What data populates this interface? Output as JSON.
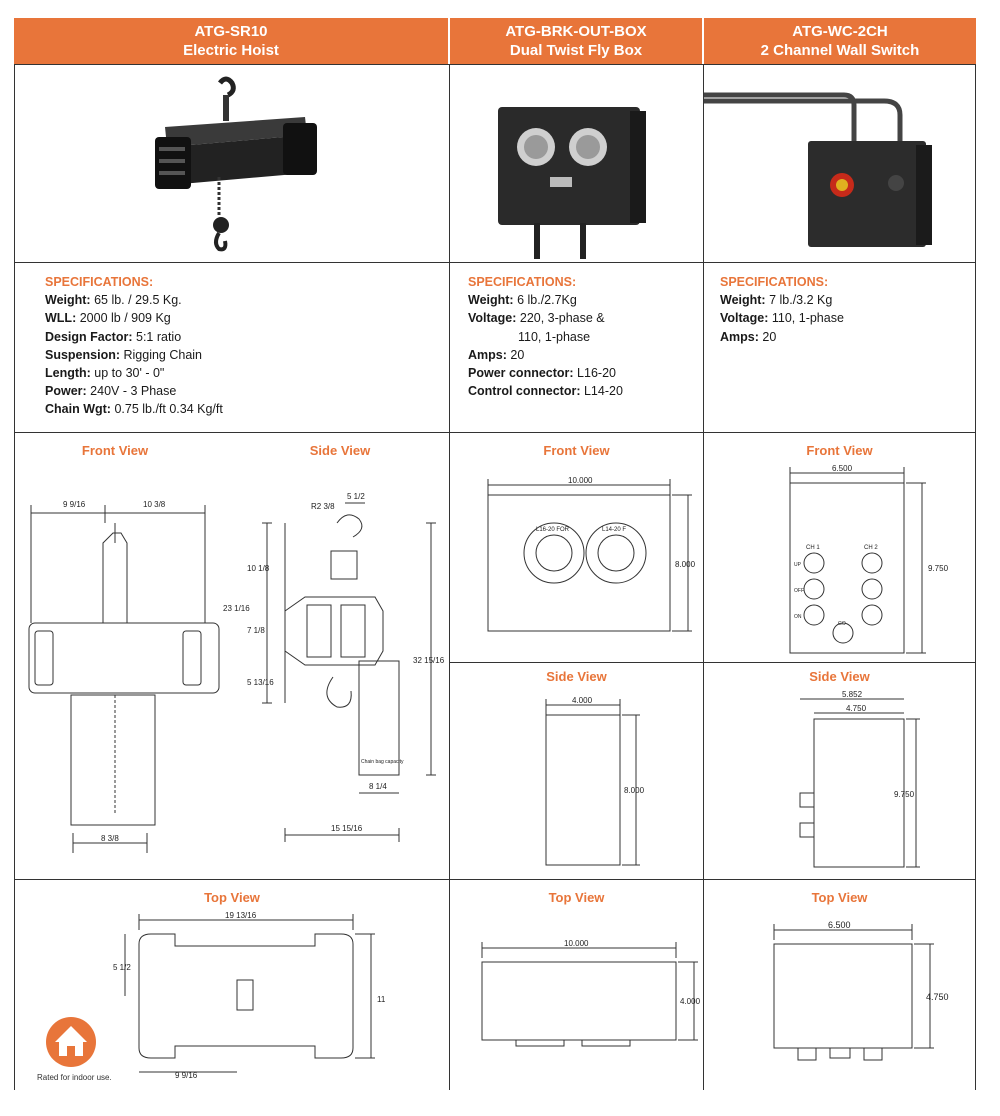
{
  "colors": {
    "accent": "#e8753a"
  },
  "products": [
    {
      "model": "ATG-SR10",
      "name": "Electric Hoist",
      "specs_title": "SPECIFICATIONS:",
      "specs": [
        {
          "label": "Weight:",
          "value": " 65 lb. / 29.5 Kg."
        },
        {
          "label": "WLL:",
          "value": " 2000 lb / 909 Kg"
        },
        {
          "label": "Design Factor:",
          "value": " 5:1 ratio"
        },
        {
          "label": "Suspension:",
          "value": " Rigging Chain"
        },
        {
          "label": "Length:",
          "value": " up to 30' - 0\""
        },
        {
          "label": "Power:",
          "value": " 240V - 3 Phase"
        },
        {
          "label": "Chain Wgt:",
          "value": " 0.75 lb./ft 0.34 Kg/ft"
        }
      ],
      "front_view": "Front View",
      "side_view": "Side View",
      "top_view": "Top View",
      "dims": {
        "fv_left": "9 9/16",
        "fv_right": "10 3/8",
        "fv_bottom": "8 3/8",
        "sv_top": "5 1/2",
        "sv_r": "R2 3/8",
        "sv_h1": "10 1/8",
        "sv_h2": "7 1/8",
        "sv_h3": "5 13/16",
        "sv_total": "23 1/16",
        "sv_full": "32 15/16",
        "sv_b1": "8 1/4",
        "sv_b2": "15 15/16",
        "chain_bag": "Chain bag capacity",
        "tv_w": "19 13/16",
        "tv_h": "11",
        "tv_off": "5 1/2",
        "tv_bottom": "9 9/16"
      },
      "badge_text": "Rated for indoor use."
    },
    {
      "model": "ATG-BRK-OUT-BOX",
      "name": "Dual Twist Fly Box",
      "specs_title": "SPECIFICATIONS:",
      "specs": [
        {
          "label": "Weight:",
          "value": " 6 lb./2.7Kg"
        },
        {
          "label": "Voltage:",
          "value": " 220, 3-phase &"
        },
        {
          "label": "",
          "value": "110, 1-phase"
        },
        {
          "label": "Amps:",
          "value": " 20"
        },
        {
          "label": "Power connector:",
          "value": " L16-20"
        },
        {
          "label": "Control connector:",
          "value": " L14-20"
        }
      ],
      "front_view": "Front View",
      "side_view": "Side View",
      "top_view": "Top View",
      "dims": {
        "fv_w": "10.000",
        "fv_h": "8.000",
        "sv_w": "4.000",
        "sv_h": "8.000",
        "tv_w": "10.000",
        "tv_h": "4.000",
        "conn1": "L16-20 FOR",
        "conn2": "L14-20 F"
      }
    },
    {
      "model": "ATG-WC-2CH",
      "name": "2 Channel Wall Switch",
      "specs_title": "SPECIFICATIONS:",
      "specs": [
        {
          "label": "Weight:",
          "value": " 7 lb./3.2 Kg"
        },
        {
          "label": "Voltage:",
          "value": " 110, 1-phase"
        },
        {
          "label": "Amps:",
          "value": " 20"
        }
      ],
      "front_view": "Front View",
      "side_view": "Side View",
      "top_view": "Top View",
      "dims": {
        "fv_w": "6.500",
        "fv_h": "9.750",
        "sv_w1": "5.852",
        "sv_w2": "4.750",
        "sv_h": "9.750",
        "tv_w": "6.500",
        "tv_h": "4.750"
      },
      "switch_labels": {
        "ch1": "CH 1",
        "ch2": "CH 2",
        "up": "UP",
        "off": "OFF",
        "on": "ON",
        "go": "GO"
      }
    }
  ]
}
